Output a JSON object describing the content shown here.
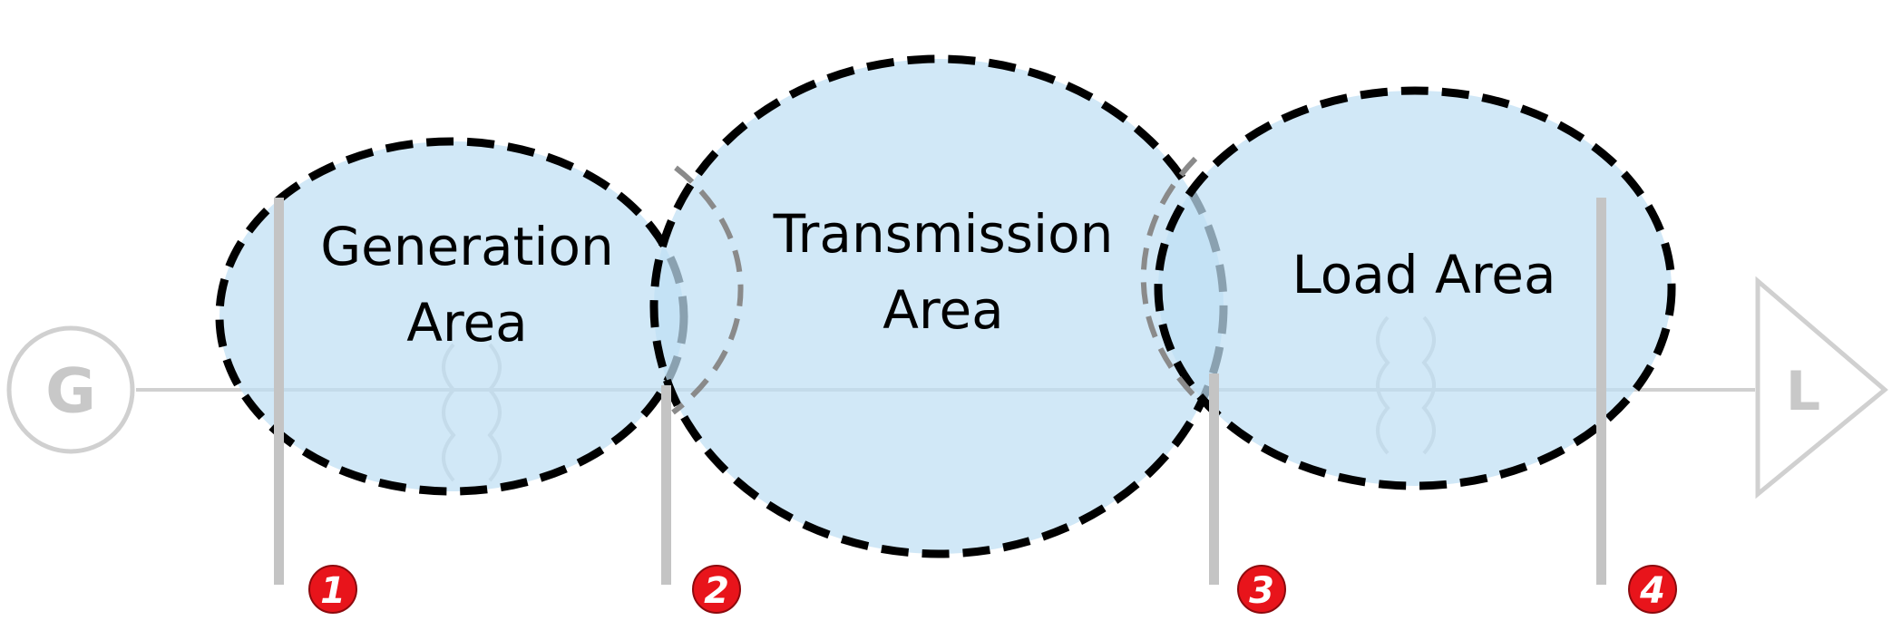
{
  "nodes": {
    "generator_label": "G",
    "load_label": "L"
  },
  "areas": {
    "generation": {
      "line1": "Generation",
      "line2": "Area"
    },
    "transmission": {
      "line1": "Transmission",
      "line2": "Area"
    },
    "load": {
      "line1": "Load Area"
    }
  },
  "markers": [
    "1",
    "2",
    "3",
    "4"
  ],
  "colors": {
    "area_fill": "#cfe6f7",
    "overlap_fill": "#a9d2ee",
    "outline": "#000000",
    "circuit_gray": "#d0d0d0",
    "bus_gray": "#c4c4c4",
    "badge_red": "#e8141b"
  }
}
